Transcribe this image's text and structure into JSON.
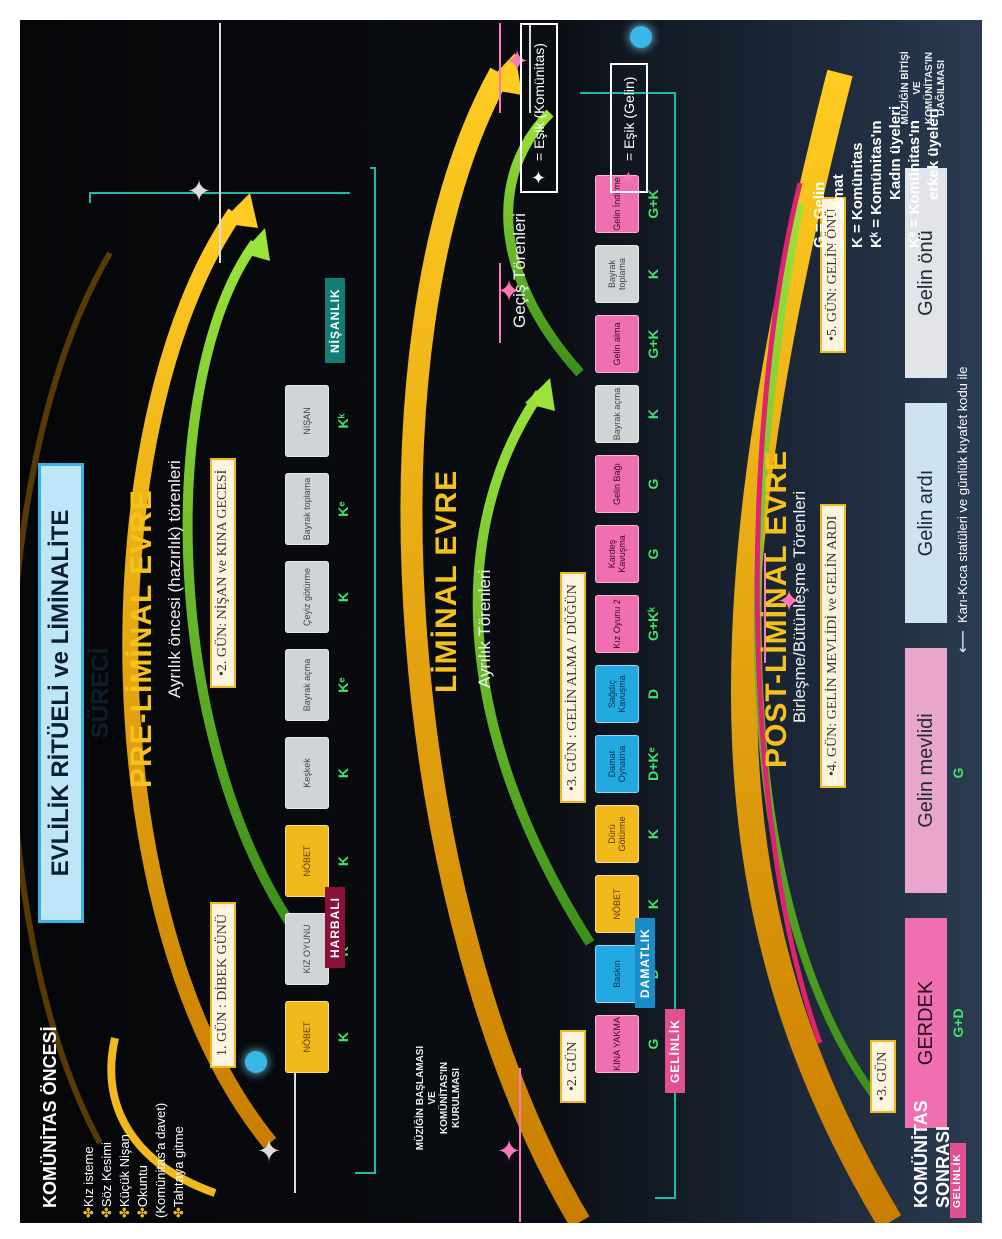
{
  "title": "EVLİLİK RİTÜELİ ve LİMİNALİTE SÜRECİ",
  "phases": {
    "pre_liminal": "PRE-LİMİNAL EVRE",
    "liminal": "LİMİNAL EVRE",
    "post_liminal": "POST-LİMİNAL EVRE"
  },
  "komunitas_oncesi": {
    "title": "KOMÜNİTAS ÖNCESİ",
    "items": [
      "Kız isteme",
      "Söz Kesimi",
      "Küçük Nişan",
      "Okuntu",
      "(Komünitas'a davet)",
      "Tahtaya gitme"
    ]
  },
  "komunitas_sonrasi": [
    "KOMÜNİTAS",
    "SONRASI"
  ],
  "music_start": [
    "MÜZİĞİN BAŞLAMASI",
    "VE",
    "KOMÜNİTAS'IN KURULMASI"
  ],
  "music_end": [
    "MÜZİĞİN BİTİŞİ",
    "VE",
    "KOMÜNİTAS'IN",
    "DAĞILMASI"
  ],
  "legend": {
    "g": "G = Gelin",
    "d": "D = Damat",
    "k": "K = Komünitas",
    "kk_1": "Kᵏ = Komünitas'ın",
    "kk_2": "Kadın üyeleri",
    "ke_1": "Kᵉ = Komünitas'ın",
    "ke_2": "erkek üyeleri",
    "esik_gelin": "= Eşik (Gelin)",
    "esik_komunitas": "= Eşik (Komünitas)"
  },
  "subtitles": {
    "ayrilik_oncesi": "Ayrılık öncesi (hazırlık) törenleri",
    "ayrilik": "Ayrılık Törenleri",
    "gecis": "Geçiş Törenleri",
    "birlesme": "Birleşme/Bütünleşme Törenleri"
  },
  "days": {
    "d1": "1. GÜN : DİBEK GÜNÜ",
    "d2": "•2. GÜN: NİŞAN ve KINA GECESİ",
    "d2b": "•2. GÜN",
    "d3": "•3. GÜN : GELİN ALMA / DÜĞÜN",
    "d3b": "•3. GÜN",
    "d4": "•4. GÜN: GELİN MEVLİDİ ve GELİN ARDI",
    "d5": "•5. GÜN: GELİN ÖNÜ"
  },
  "row1": [
    {
      "text": "NÖBET",
      "tag": "K"
    },
    {
      "text": "KIZ OYUNU",
      "tag": "Kᵏ"
    },
    {
      "text": "NÖBET",
      "tag": "K"
    },
    {
      "text": "Keşkek",
      "tag": "K"
    },
    {
      "text": "Bayrak açma",
      "tag": "Kᵉ"
    },
    {
      "text": "Çeyiz götürme",
      "tag": "K"
    },
    {
      "text": "Bayrak toplama",
      "tag": "Kᵉ"
    },
    {
      "text": "NİŞAN",
      "tag": "Kᵏ"
    }
  ],
  "row2": [
    {
      "text": "KINA YAKMA",
      "tag": "G"
    },
    {
      "text": "Baskın",
      "tag": "D"
    },
    {
      "text": "NÖBET",
      "tag": "K"
    },
    {
      "text": "Dürü Götürme",
      "tag": "K"
    },
    {
      "text": "Damat Oynatma",
      "tag": "D+Kᵉ"
    },
    {
      "text": "Sağdıç Kavuşma",
      "tag": "D"
    },
    {
      "text": "Kız Oyunu 2",
      "tag": "G+Kᵏ"
    },
    {
      "text": "Kardeş Kavuşma",
      "tag": "G"
    },
    {
      "text": "Gelin Bağı",
      "tag": "G"
    },
    {
      "text": "Bayrak açma",
      "tag": "K"
    },
    {
      "text": "Gelin alma",
      "tag": "G+K"
    },
    {
      "text": "Bayrak toplama",
      "tag": "K"
    },
    {
      "text": "Gelin İndirme",
      "tag": "G+K"
    }
  ],
  "row3": [
    {
      "text": "GERDEK",
      "tag": "G+D"
    },
    {
      "text": "Gelin mevlidi",
      "tag": "G"
    },
    {
      "text": "Gelin ardı",
      "tag": ""
    },
    {
      "text": "Gelin  önü",
      "tag": ""
    }
  ],
  "banners": {
    "harbali": "HARBALI",
    "nisanlik": "NİŞANLIK",
    "damatlik": "DAMATLIK",
    "gelinlik": "GELİNLİK",
    "gelinlik2": "GELİNLİK"
  },
  "footer_note": "Karı-Koca statüleri ve günlük kıyafet kodu ile",
  "colors": {
    "yellow": "#f1b91c",
    "grey": "#cfd5d6",
    "pink": "#ef6fb0",
    "blue": "#23a9e2",
    "green": "#3fe56a",
    "teal": "#1fb9a8"
  }
}
